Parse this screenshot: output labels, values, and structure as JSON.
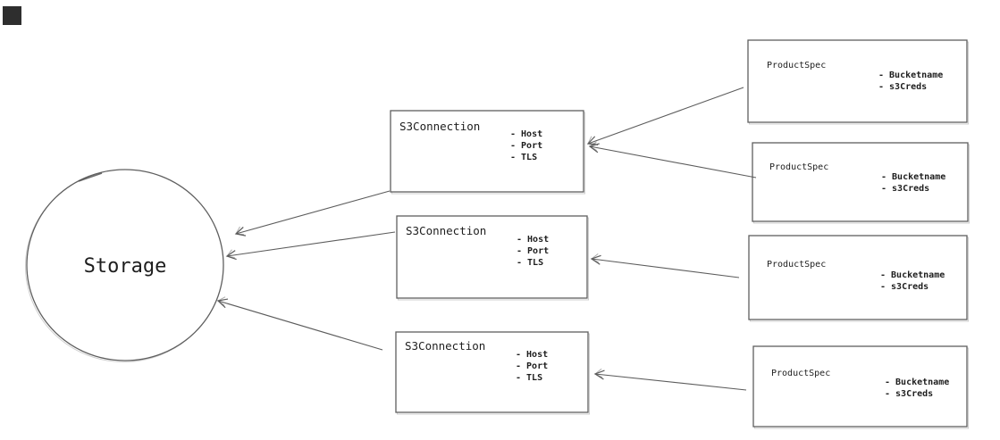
{
  "diagram": {
    "background_color": "#ffffff",
    "stroke_color": "#5f5f5f",
    "text_color": "#1e1e1e",
    "corner_mark_color": "#2e2e2e",
    "storage": {
      "label": "Storage"
    },
    "s3_connections": [
      {
        "label": "S3Connection",
        "attributes": [
          "- Host",
          "- Port",
          "- TLS"
        ]
      },
      {
        "label": "S3Connection",
        "attributes": [
          "- Host",
          "- Port",
          "- TLS"
        ]
      },
      {
        "label": "S3Connection",
        "attributes": [
          "- Host",
          "- Port",
          "- TLS"
        ]
      }
    ],
    "product_specs": [
      {
        "label": "ProductSpec",
        "attributes": [
          "- Bucketname",
          "- s3Creds"
        ]
      },
      {
        "label": "ProductSpec",
        "attributes": [
          "- Bucketname",
          "- s3Creds"
        ]
      },
      {
        "label": "ProductSpec",
        "attributes": [
          "- Bucketname",
          "- s3Creds"
        ]
      },
      {
        "label": "ProductSpec",
        "attributes": [
          "- Bucketname",
          "- s3Creds"
        ]
      }
    ]
  }
}
